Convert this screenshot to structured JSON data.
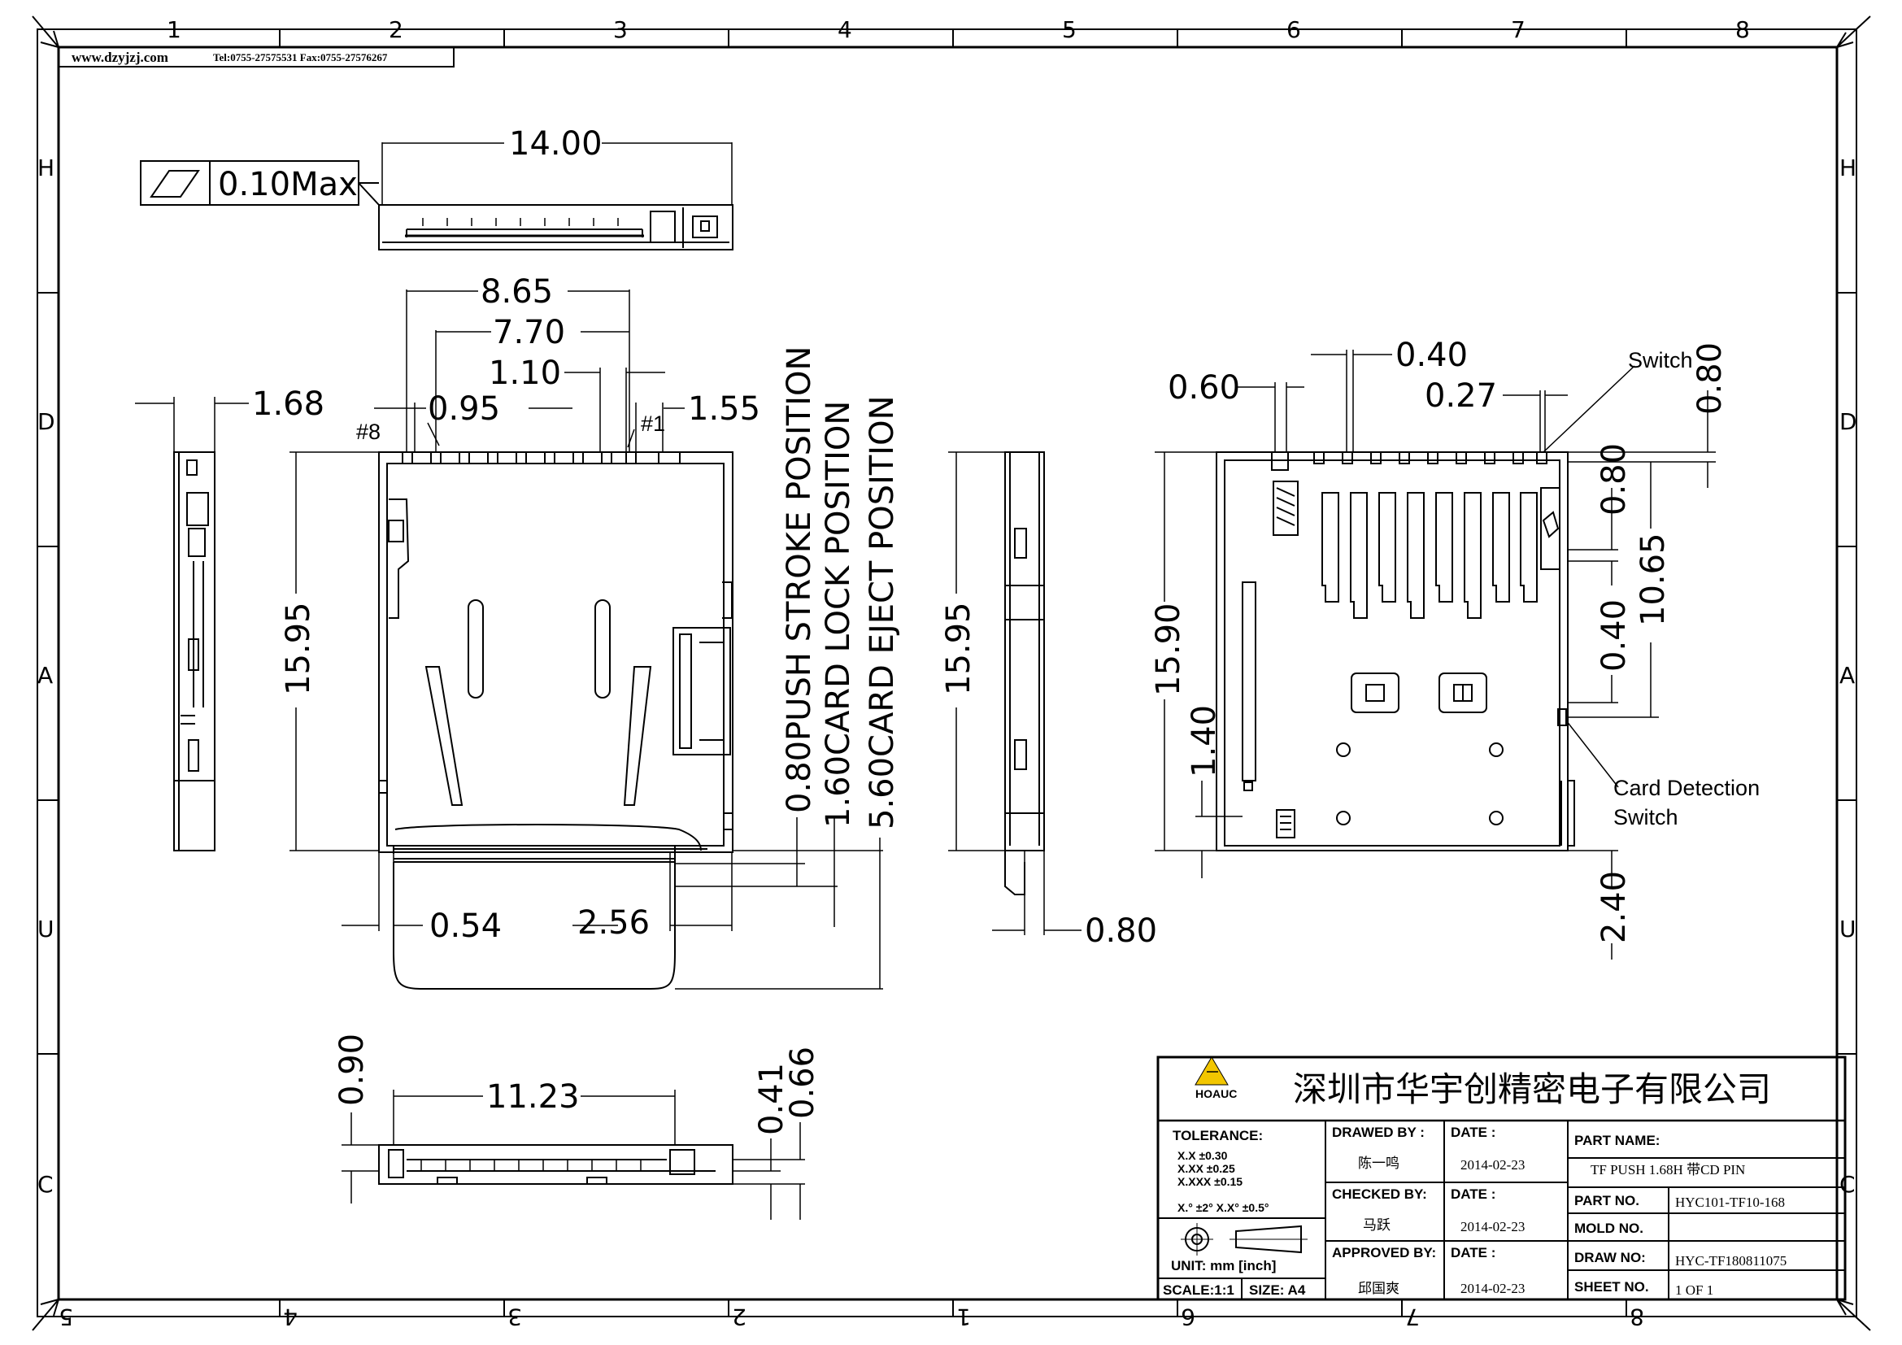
{
  "header": {
    "website": "www.dzyjzj.com",
    "contact": "Tel:0755-27575531  Fax:0755-27576267"
  },
  "zones": {
    "top_numbers": [
      "1",
      "2",
      "3",
      "4",
      "5",
      "6",
      "7",
      "8"
    ],
    "bottom_numbers": [
      "8",
      "7",
      "6",
      "5",
      "4",
      "3",
      "2",
      "1"
    ],
    "side_letters": [
      "H",
      "D",
      "A",
      "U",
      "C"
    ]
  },
  "flatness": {
    "value": "0.10Max",
    "symbol": "flatness-symbol"
  },
  "dimensions": {
    "top_width": "14.00",
    "d865": "8.65",
    "d770": "7.70",
    "d110": "1.10",
    "d095": "0.95",
    "d155": "1.55",
    "d168": "1.68",
    "pin8": "#8",
    "pin1": "#1",
    "d1595_left": "15.95",
    "d054": "0.54",
    "d256": "2.56",
    "push": "0.80PUSH STROKE POSITION",
    "lock": "1.60CARD LOCK POSITION",
    "eject": "5.60CARD EJECT POSITION",
    "d1595_side": "15.95",
    "d080_side": "0.80",
    "d060": "0.60",
    "d040_top": "0.40",
    "d027": "0.27",
    "switch": "Switch",
    "d080_right_top": "0.80",
    "d080_right_mid": "0.80",
    "d1065": "10.65",
    "d040_right": "0.40",
    "d1590": "15.90",
    "d140": "1.40",
    "card_detection_1": "Card Detection",
    "card_detection_2": "Switch",
    "d240": "2.40",
    "d1123": "11.23",
    "d090": "0.90",
    "d041": "0.41",
    "d066": "0.66"
  },
  "title_block": {
    "company": "深圳市华宇创精密电子有限公司",
    "logo_text": "HOAUC",
    "tolerance_label": "TOLERANCE:",
    "tol_lines": [
      "X.X      ±0.30",
      "X.XX     ±0.25",
      "X.XXX   ±0.15"
    ],
    "angle_tol": "X.° ±2°      X.X° ±0.5°",
    "unit": "UNIT:  mm  [inch]",
    "scale": "SCALE:1:1",
    "size": "SIZE:  A4",
    "drawn_by_label": "DRAWED BY :",
    "drawn_by": "陈一鸣",
    "checked_by_label": "CHECKED BY:",
    "checked_by": "马跃",
    "approved_by_label": "APPROVED BY:",
    "approved_by": "邱国爽",
    "date_label": "DATE :",
    "date1": "2014-02-23",
    "date2": "2014-02-23",
    "date3": "2014-02-23",
    "part_name_label": "PART NAME:",
    "part_name": "TF PUSH 1.68H 带CD PIN",
    "part_no_label": "PART NO.",
    "part_no": "HYC101-TF10-168",
    "mold_no_label": "MOLD NO.",
    "mold_no": "",
    "draw_no_label": "DRAW NO:",
    "draw_no": "HYC-TF180811075",
    "sheet_no_label": "SHEET NO.",
    "sheet_no": "1 OF 1"
  }
}
